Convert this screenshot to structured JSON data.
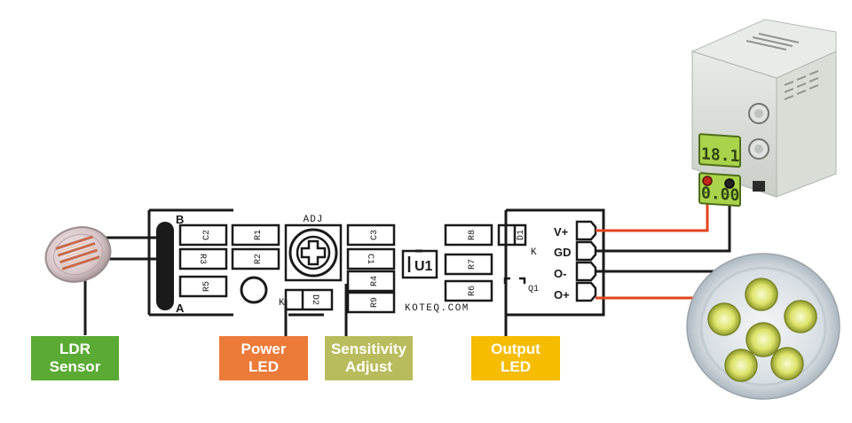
{
  "board": {
    "connector_left": {
      "top_label": "B",
      "bottom_label": "A"
    },
    "components": {
      "c2": "C2",
      "r1": "R1",
      "r3": "R3",
      "r2": "R2",
      "r5": "R5",
      "c3": "C3",
      "c1": "C1",
      "r4": "R4",
      "r9": "R9",
      "d2": "D2",
      "d2_k": "K",
      "adj": "ADJ",
      "u1": "U1",
      "r8": "R8",
      "r7": "R7",
      "r6": "R6",
      "d1": "D1",
      "d1_k": "K",
      "q1": "Q1"
    },
    "website": "KOTEQ.COM",
    "pins": {
      "vplus": "V+",
      "gnd": "GD",
      "ominus": "O-",
      "oplus": "O+"
    }
  },
  "labels": {
    "ldr": {
      "line1": "LDR",
      "line2": "Sensor"
    },
    "power_led": {
      "line1": "Power",
      "line2": "LED"
    },
    "sensitivity": {
      "line1": "Sensitivity",
      "line2": "Adjust"
    },
    "output_led": {
      "line1": "Output",
      "line2": "LED"
    }
  },
  "psu": {
    "display_top": "18.1",
    "display_bottom": "0.00"
  },
  "colors": {
    "ldr_label": "#5aaa34",
    "power_label": "#ec7a39",
    "sensitivity_label": "#b9bc5c",
    "output_label": "#f5bc00",
    "wire_red": "#e2451d",
    "wire_black": "#1a1a1a"
  }
}
